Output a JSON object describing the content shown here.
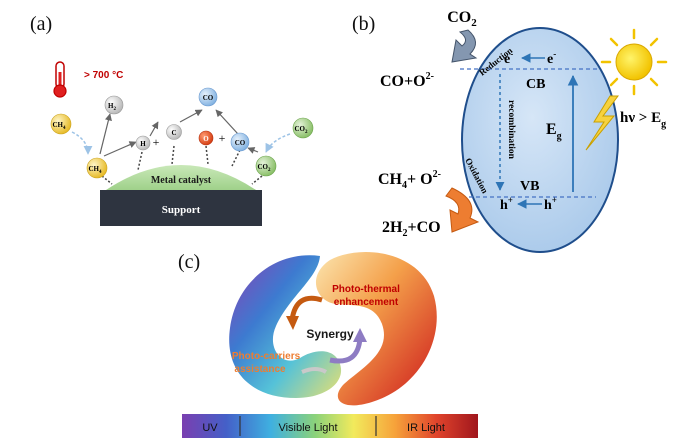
{
  "panel_a": {
    "label": "(a)",
    "temperature": "> 700 °C",
    "support": "Support",
    "catalyst": "Metal catalyst",
    "molecules": {
      "ch4_gas": "CH",
      "ch4_gas_sub": "4",
      "ch4_ads": "CH",
      "ch4_ads_sub": "4",
      "h2": "H",
      "h2_sub": "2",
      "h": "H",
      "c": "C",
      "o": "O",
      "co_gas": "CO",
      "co_ads": "CO",
      "co2_gas": "CO",
      "co2_gas_sub": "2",
      "co2_ads": "CO",
      "co2_ads_sub": "2",
      "plus1": "+",
      "plus2": "+"
    }
  },
  "panel_b": {
    "label": "(b)",
    "co2": "CO",
    "co2_sub": "2",
    "reduction": "Reduction",
    "co_o": "CO+O",
    "co_o_sup": "2-",
    "ch4_o": "CH",
    "ch4_o_sub": "4",
    "ch4_o_plus": "+ O",
    "ch4_o_sup": "2-",
    "oxidation": "Oxidation",
    "h2co": "2H",
    "h2co_sub": "2",
    "h2co_rest": "+CO",
    "cb": "CB",
    "vb": "VB",
    "e1": "e",
    "e2": "e",
    "e_sup": "-",
    "h1": "h",
    "h2": "h",
    "h_sup": "+",
    "recombination": "recombination",
    "eg": "E",
    "eg_sub": "g",
    "hv": "hν > E",
    "hv_sub": "g"
  },
  "panel_c": {
    "label": "(c)",
    "photo_thermal_1": "Photo-thermal",
    "photo_thermal_2": "enhancement",
    "synergy": "Synergy",
    "photo_carriers_1": "Photo-carriers",
    "photo_carriers_2": "assistance",
    "uv": "UV",
    "visible": "Visible Light",
    "ir": "IR Light"
  },
  "colors": {
    "ch4": "#f7d358",
    "h": "#d9d9d9",
    "o": "#e8491d",
    "co": "#a9cbee",
    "co2": "#a8d08d",
    "catalyst": "#b7dfa5",
    "support": "#2e3440",
    "semiconductor": "#bdd7ee",
    "band_arrow": "#2e75b6",
    "thermal_text": "#c00000",
    "carrier_text": "#ed7d31"
  }
}
